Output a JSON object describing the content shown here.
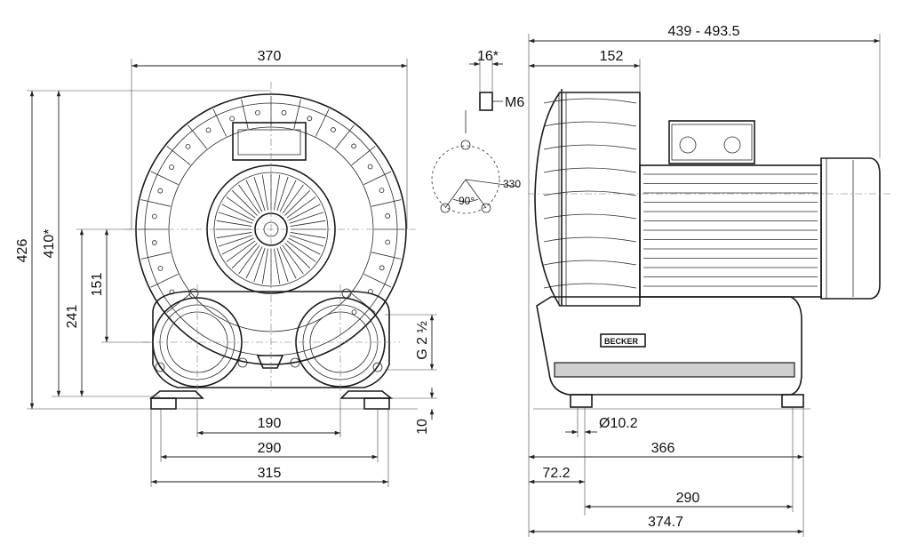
{
  "front_view": {
    "width_total": "370",
    "height_total": "426",
    "height_star": "410*",
    "outlet_height": "241",
    "inlet_spacing_v": "151",
    "port_thread": "G 2 ½",
    "port_spacing": "190",
    "foot_spacing": "290",
    "foot_total": "315",
    "foot_height": "10"
  },
  "side_view": {
    "overall_length": "439 - 493.5",
    "housing_depth": "152",
    "bolt_offset": "16*",
    "bolt_thread": "M6",
    "bolt_circle_angle": "90°",
    "bolt_circle_dia": "330",
    "hole_dia": "Ø10.2",
    "foot_len_366": "366",
    "offset_72": "72.2",
    "foot_spacing": "290",
    "foot_total": "374.7",
    "brand_label": "BECKER"
  }
}
